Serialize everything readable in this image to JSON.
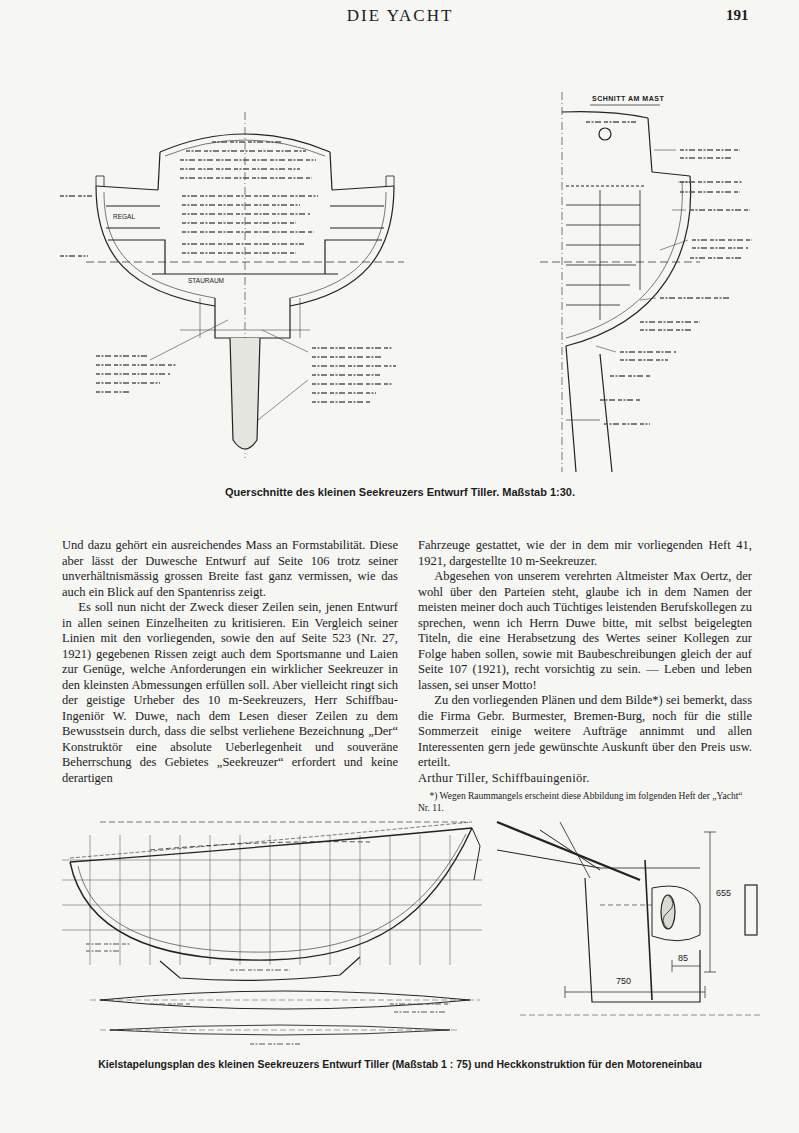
{
  "diagram": {
    "title": "DIE YACHT",
    "labels": [
      "191",
      "Querschnitte des kleinen Seekreuzers Entwurf Tiller. Maßstab 1:30.",
      "Und dazu gehört ein ausreichendes Mass an Formstabilität. Diese aber lässt der Duwesche Entwurf auf Seite 106 trotz seiner unverhältnismässig grossen Breite fast ganz vermissen, wie das auch ein Blick auf den Spantenriss zeigt.",
      "Es soll nun nicht der Zweck dieser Zeilen sein, jenen Entwurf in allen seinen Einzelheiten zu kritisieren. Ein Vergleich seiner Linien mit den vorliegenden, sowie den auf Seite 523 (Nr. 27, 1921) gegebenen Rissen zeigt auch dem Sportsmanne und Laien zur Genüge, welche Anforderungen ein wirklicher Seekreuzer in den kleinsten Abmessungen erfüllen soll. Aber vielleicht ringt sich der geistige Urheber des 10 m-Seekreuzers, Herr Schiffbau-Ingeniör W. Duwe, nach dem Lesen dieser Zeilen zu dem Bewusstsein durch, dass die selbst verliehene Bezeichnung „Der“ Konstruktör eine absolute Ueberlegenheit und souveräne Beherrschung des Gebietes „Seekreuzer“ erfordert und keine derartigen",
      "Fahrzeuge gestattet, wie der in dem mir vorliegenden Heft 41, 1921, dargestellte 10 m-Seekreuzer.",
      "Abgesehen von unserem verehrten Altmeister Max Oertz, der wohl über den Parteien steht, glaube ich in dem Namen der meisten meiner doch auch Tüchtiges leistenden Berufskollegen zu sprechen, wenn ich Herrn Duwe bitte, mit selbst beigelegten Titeln, die eine Herabsetzung des Wertes seiner Kollegen zur Folge haben sollen, sowie mit Baubeschreibungen gleich der auf Seite 107 (1921), recht vorsichtig zu sein. — Leben und leben lassen, sei unser Motto!",
      "Zu den vorliegenden Plänen und dem Bilde*) sei bemerkt, dass die Firma Gebr. Burmester, Bremen-Burg, noch für die stille Sommerzeit einige weitere Aufträge annimmt und allen Interessenten gern jede gewünschte Auskunft über den Preis usw. erteilt.",
      "Arthur Tiller, Schiffbauingeniör.",
      "*) Wegen Raummangels erscheint diese Abbildung im folgenden Heft der „Yacht“ Nr. 11.",
      "STAURAUM",
      "REGAL",
      "SCHNITT AM MAST",
      "750",
      "655",
      "85",
      "Kielstapelungsplan des kleinen Seekreuzers Entwurf Tiller (Maßstab 1 : 75) und Heckkonstruktion für den Motoreneinbau"
    ]
  }
}
